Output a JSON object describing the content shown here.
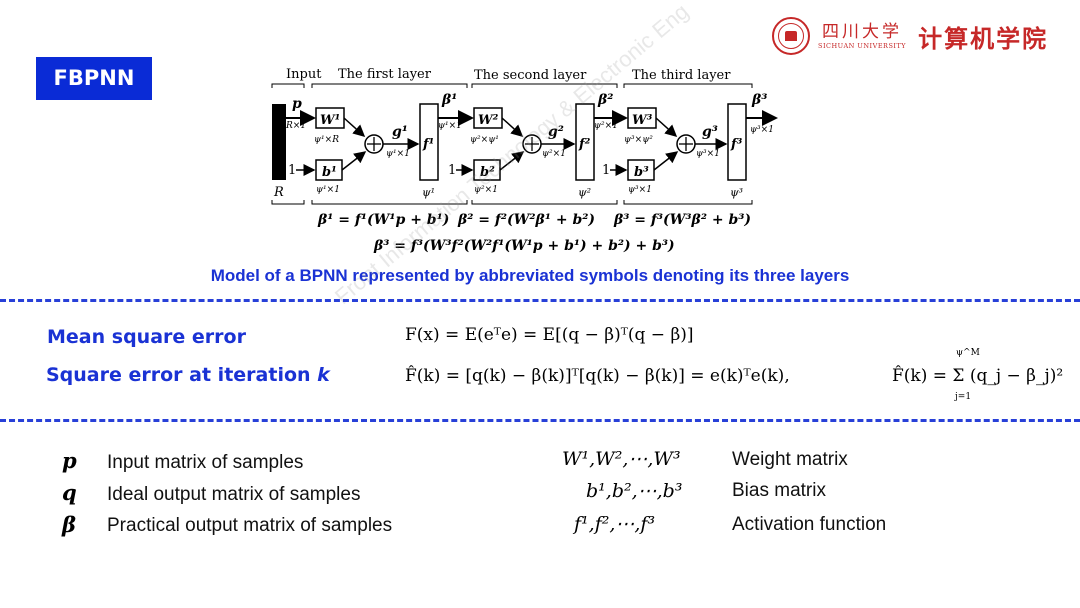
{
  "slide_tag": "FBPNN",
  "header": {
    "university_cn": "四川大学",
    "university_en": "SICHUAN UNIVERSITY",
    "college": "计算机学院"
  },
  "diagram": {
    "input_label": "Input",
    "layer_labels": [
      "The first layer",
      "The second layer",
      "The third layer"
    ],
    "input_symbol": "p",
    "input_dim": "R×1",
    "bottom_R": "R",
    "weights": [
      "W¹",
      "W²",
      "W³"
    ],
    "weight_dims": [
      "ψ¹×R",
      "ψ²×ψ¹",
      "ψ³×ψ²"
    ],
    "biases": [
      "b¹",
      "b²",
      "b³"
    ],
    "bias_dims": [
      "ψ¹×1",
      "ψ²×1",
      "ψ³×1"
    ],
    "sums": [
      "g¹",
      "g²",
      "g³"
    ],
    "sum_dims": [
      "ψ¹×1",
      "ψ²×1",
      "ψ³×1"
    ],
    "activations": [
      "f¹",
      "f²",
      "f³"
    ],
    "outputs": [
      "β¹",
      "β²",
      "β³"
    ],
    "output_dims": [
      "ψ¹×1",
      "ψ²×1",
      "ψ³×1"
    ],
    "layer_sizes": [
      "ψ¹",
      "ψ²",
      "ψ³"
    ],
    "one_label": "1",
    "eq_layer1": "β¹ = f¹(W¹p + b¹)",
    "eq_layer2": "β² = f²(W²β¹ + b²)",
    "eq_layer3": "β³ = f³(W³β² + b³)",
    "eq_full": "β³ = f³(W³f²(W²f¹(W¹p + b¹) + b²) + b³)"
  },
  "caption": "Model of a BPNN represented by abbreviated symbols denoting its three layers",
  "watermark": "Front Information Technology & Electronic Eng",
  "errors": {
    "mse_label": "Mean square error",
    "mse_formula": "F(x) = E(eᵀe) = E[(q − β)ᵀ(q − β)]",
    "sq_label": "Square error at iteration",
    "sq_label_k": "k",
    "sq_formula": "F̂(k) = [q(k) − β(k)]ᵀ[q(k) − β(k)] = e(k)ᵀe(k),",
    "sq_sum_formula": "F̂(k) = Σ (q_j − β_j)²",
    "sum_upper": "ψ^M",
    "sum_lower": "j=1"
  },
  "legend_left": [
    {
      "symbol": "p",
      "text": "Input matrix of samples"
    },
    {
      "symbol": "q",
      "text": "Ideal output matrix of samples"
    },
    {
      "symbol": "β",
      "text": "Practical output matrix of samples"
    }
  ],
  "legend_right": [
    {
      "symbol": "W¹,W²,⋯,W³",
      "text": "Weight matrix"
    },
    {
      "symbol": "b¹,b²,⋯,b³",
      "text": "Bias matrix"
    },
    {
      "symbol": "f¹,f²,⋯,f³",
      "text": "Activation function"
    }
  ],
  "colors": {
    "accent_blue": "#1a32d4",
    "tag_blue": "#0a2bd6",
    "brand_red": "#c62828"
  }
}
